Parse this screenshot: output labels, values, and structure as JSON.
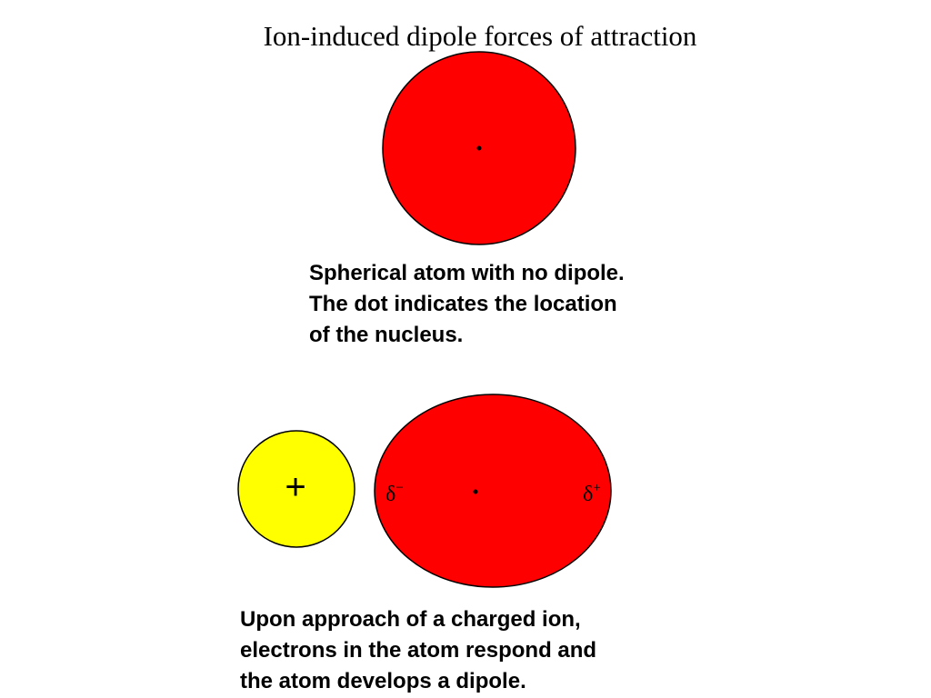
{
  "title": "Ion-induced dipole forces of attraction",
  "colors": {
    "atom_fill": "#ff0000",
    "ion_fill": "#ffff00",
    "outline": "#000000",
    "background": "#ffffff"
  },
  "top_atom": {
    "caption_lines": [
      "Spherical atom with no dipole.",
      "The dot indicates the location",
      "of the nucleus."
    ]
  },
  "bottom_pair": {
    "ion_symbol": "+",
    "delta_minus": "δ",
    "delta_minus_sup": "−",
    "delta_plus": "δ",
    "delta_plus_sup": "+",
    "caption_lines": [
      "Upon approach of a charged ion,",
      "electrons in the atom respond and",
      "the atom develops a dipole."
    ]
  }
}
